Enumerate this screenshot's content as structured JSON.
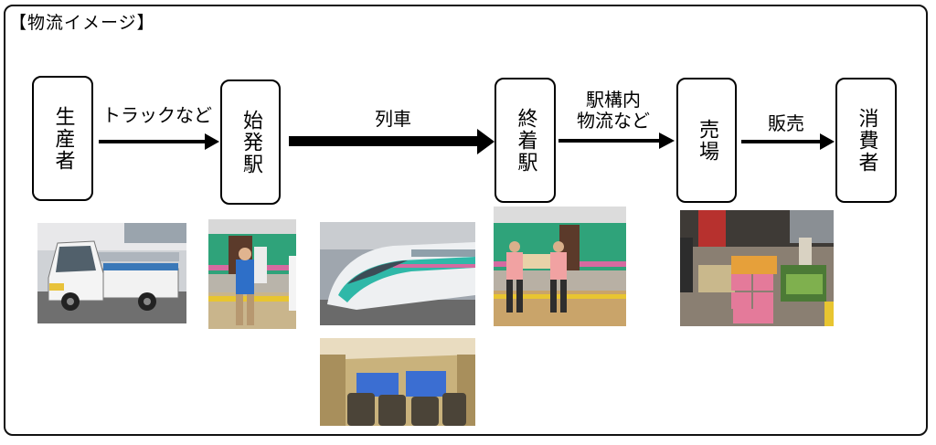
{
  "title": "【物流イメージ】",
  "nodes": {
    "producer": "生産者",
    "origin_station": "始発駅",
    "terminal_station": "終着駅",
    "sales_floor": "売場",
    "consumer": "消費者"
  },
  "edges": {
    "truck": "トラックなど",
    "train": "列車",
    "in_station_line1": "駅構内",
    "in_station_line2": "物流など",
    "sales": "販売"
  },
  "photos": {
    "truck": "light-truck",
    "origin_loading": "staff-loading-train-at-platform",
    "shinkansen": "shinkansen-train",
    "car_interior": "cargo-in-passenger-car",
    "terminal_unloading": "staff-unloading-train-at-platform",
    "market": "market-stall-produce"
  }
}
